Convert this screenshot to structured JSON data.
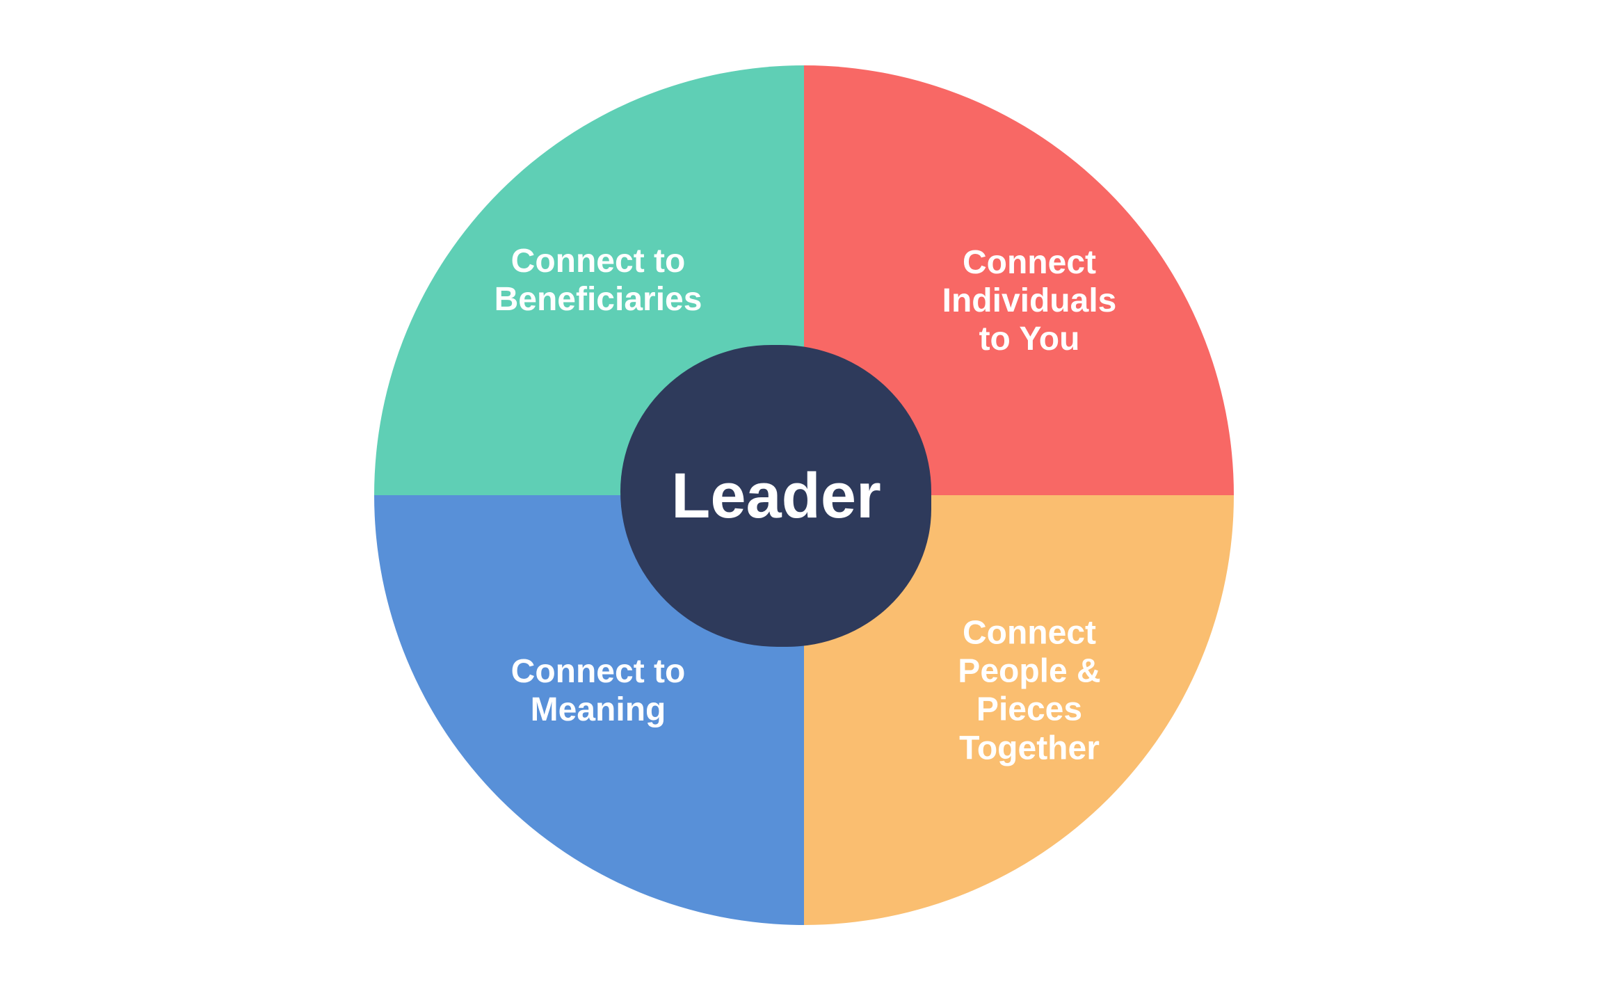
{
  "diagram": {
    "background_color": "#FFFFFF",
    "center": {
      "label": "Leader",
      "color": "#2E3A5B",
      "text_color": "#FFFFFF"
    },
    "quadrants": [
      {
        "id": "connect-to-beneficiaries",
        "position": "top-left",
        "color": "#5FCFB5",
        "label": "Connect to Beneficiaries",
        "lines": [
          "Connect to",
          "Beneficiaries"
        ]
      },
      {
        "id": "connect-individuals-to-you",
        "position": "top-right",
        "color": "#F86865",
        "label": "Connect Individuals to You",
        "lines": [
          "Connect",
          "Individuals",
          "to You"
        ]
      },
      {
        "id": "connect-to-meaning",
        "position": "bottom-left",
        "color": "#5890D8",
        "label": "Connect to Meaning",
        "lines": [
          "Connect to",
          "Meaning"
        ]
      },
      {
        "id": "connect-people-pieces-together",
        "position": "bottom-right",
        "color": "#FABE70",
        "label": "Connect People & Pieces Together",
        "lines": [
          "Connect",
          "People &",
          "Pieces",
          "Together"
        ]
      }
    ]
  }
}
